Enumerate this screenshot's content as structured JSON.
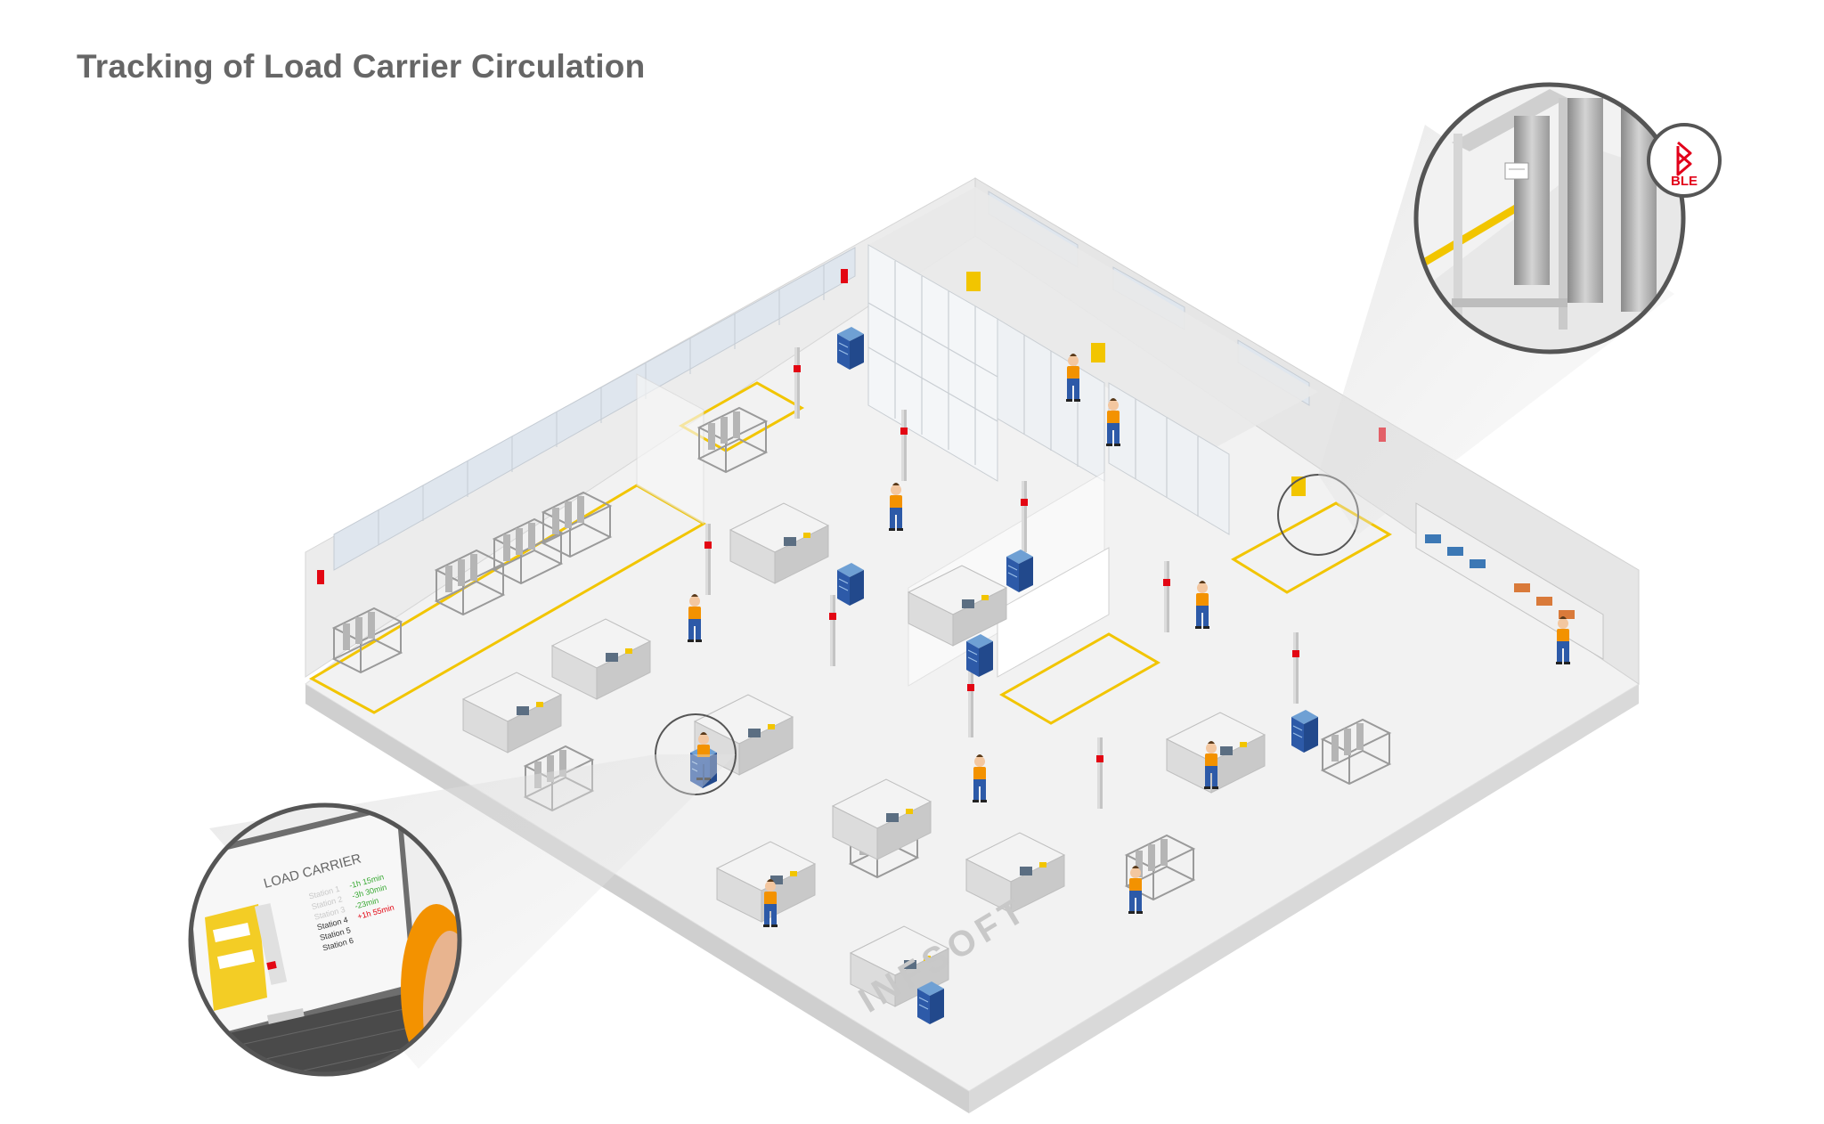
{
  "page": {
    "title": "Tracking of Load Carrier Circulation"
  },
  "callouts": {
    "tag": {
      "icon": "bluetooth-icon",
      "label": "BLE"
    },
    "screen": {
      "title": "LOAD CARRIER",
      "rows": [
        {
          "station": "Station 1",
          "time": "-1h 15min",
          "status": "ok"
        },
        {
          "station": "Station 2",
          "time": "-3h 30min",
          "status": "ok"
        },
        {
          "station": "Station 3",
          "time": "-23min",
          "status": "ok"
        },
        {
          "station": "Station 4",
          "time": "+1h 55min",
          "status": "late"
        },
        {
          "station": "Station 5",
          "time": "",
          "status": "none"
        },
        {
          "station": "Station 6",
          "time": "",
          "status": "none"
        }
      ]
    }
  },
  "watermark": {
    "text": "INFSOFT"
  },
  "colors": {
    "title": "#666666",
    "accent_yellow": "#f2c500",
    "worker_blue": "#2d5aa8",
    "worker_orange": "#f39200",
    "ok_green": "#3aaa35",
    "late_red": "#e30613",
    "ble_red": "#e2001a"
  }
}
